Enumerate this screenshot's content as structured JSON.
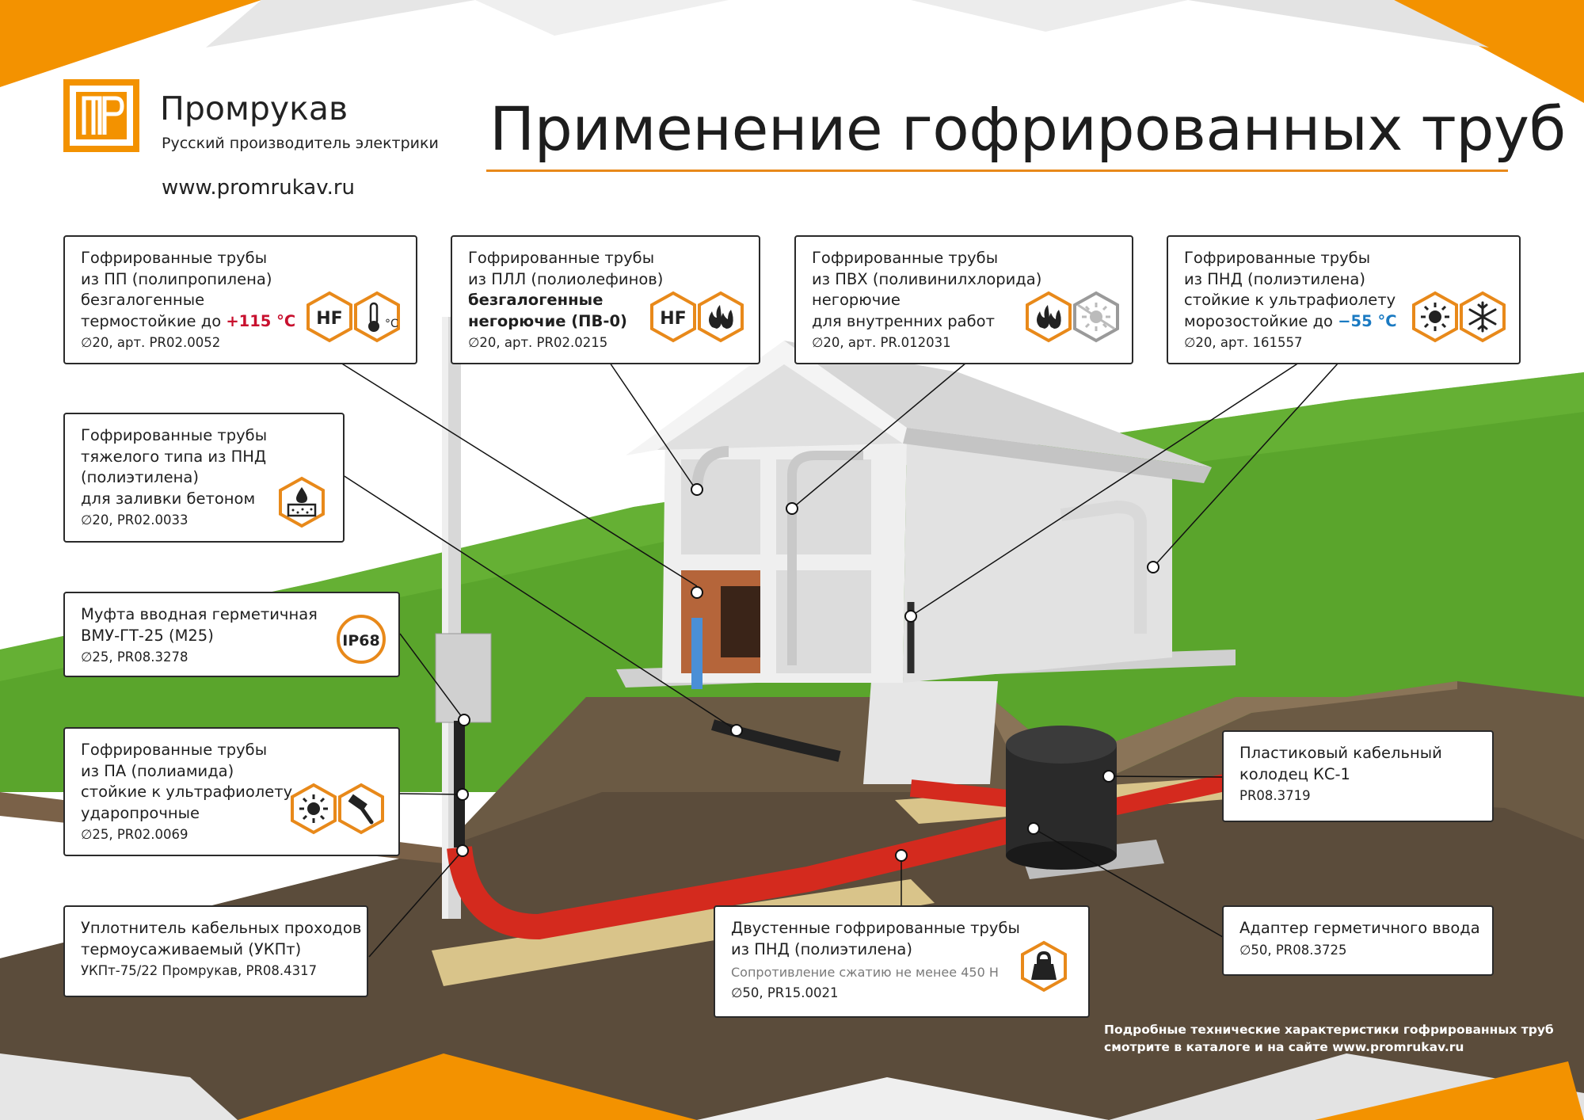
{
  "brand": {
    "name": "Промрукав",
    "tagline": "Русский производитель электрики",
    "url": "www.promrukav.ru",
    "logo_letters": "ПР"
  },
  "title": "Применение гофрированных труб",
  "colors": {
    "accent_orange": "#e8891a",
    "grass_green": "#5aa52c",
    "soil_brown": "#6b5a44",
    "pipe_red": "#d42a1e",
    "text_red": "#c8102e",
    "text_blue": "#1a7ac2"
  },
  "cards": {
    "pp": {
      "l1": "Гофрированные трубы",
      "l2": "из ПП (полипропилена)",
      "l3": "безгалогенные",
      "l4": "термостойкие до ",
      "temp": "+115 °C",
      "code": "∅20, арт. PR02.0052",
      "badge_hf": "HF",
      "icons": [
        "hf-icon",
        "thermometer-icon"
      ]
    },
    "pll": {
      "l1": "Гофрированные трубы",
      "l2": "из ПЛЛ (полиолефинов)",
      "l3": "безгалогенные",
      "l4": "негорючие (ПВ-0)",
      "code": "∅20, арт. PR02.0215",
      "badge_hf": "HF",
      "icons": [
        "hf-icon",
        "flame-icon"
      ]
    },
    "pvc": {
      "l1": "Гофрированные трубы",
      "l2": "из ПВХ (поливинилхлорида)",
      "l3": "негорючие",
      "l4": "для внутренних работ",
      "code": "∅20, арт. PR.012031",
      "icons": [
        "flame-icon",
        "sun-disabled-icon"
      ]
    },
    "pnd": {
      "l1": "Гофрированные трубы",
      "l2": "из ПНД (полиэтилена)",
      "l3": "стойкие к ультрафиолету",
      "l4": "морозостойкие до ",
      "temp": "−55 °C",
      "code": "∅20, арт. 161557",
      "icons": [
        "sun-icon",
        "snowflake-icon"
      ]
    },
    "heavy": {
      "l1": "Гофрированные трубы",
      "l2": "тяжелого типа из ПНД",
      "l3": "(полиэтилена)",
      "l4": "для заливки бетоном",
      "code": "∅20, PR02.0033",
      "icons": [
        "concrete-icon"
      ]
    },
    "mufta": {
      "l1": "Муфта вводная герметичная",
      "l2": "ВМУ-ГТ-25 (М25)",
      "code": "∅25, PR08.3278",
      "badge": "IP68",
      "icons": [
        "ip68-icon"
      ]
    },
    "pa": {
      "l1": "Гофрированные трубы",
      "l2": "из ПА (полиамида)",
      "l3": "стойкие к ультрафиолету",
      "l4": "ударопрочные",
      "code": "∅25, PR02.0069",
      "icons": [
        "sun-icon",
        "hammer-icon"
      ]
    },
    "seal": {
      "l1": "Уплотнитель кабельных проходов",
      "l2": "термоусаживаемый (УКПт)",
      "code": "УКПт-75/22 Промрукав, PR08.4317"
    },
    "double": {
      "l1": "Двустенные гофрированные трубы",
      "l2": "из ПНД (полиэтилена)",
      "note": "Сопротивление сжатию не менее 450 Н",
      "code": "∅50, PR15.0021",
      "icons": [
        "weight-icon"
      ]
    },
    "well": {
      "l1": "Пластиковый кабельный",
      "l2": "колодец КС-1",
      "code": "PR08.3719"
    },
    "adapter": {
      "l1": "Адаптер герметичного ввода",
      "code": "∅50, PR08.3725"
    }
  },
  "footnote": {
    "l1": "Подробные технические характеристики гофрированных труб",
    "l2": "смотрите в каталоге и на сайте www.promrukav.ru"
  }
}
